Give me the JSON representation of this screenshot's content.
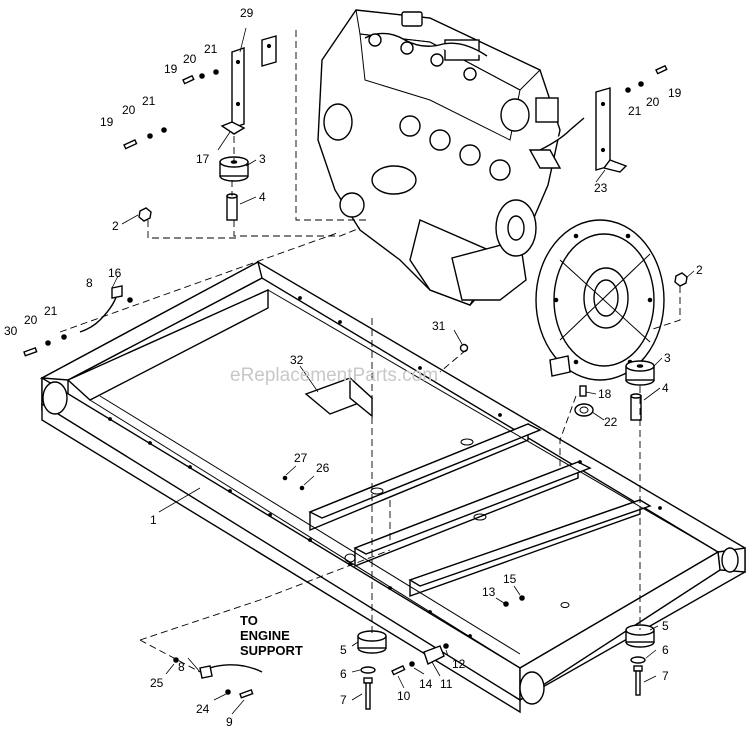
{
  "watermark": "eReplacementParts.com",
  "note": {
    "line1": "TO",
    "line2": "ENGINE",
    "line3": "SUPPORT"
  },
  "callouts": {
    "c1": "1",
    "c2a": "2",
    "c2b": "2",
    "c3a": "3",
    "c3b": "3",
    "c4a": "4",
    "c4b": "4",
    "c5a": "5",
    "c5b": "5",
    "c6a": "6",
    "c6b": "6",
    "c7a": "7",
    "c7b": "7",
    "c8a": "8",
    "c8b": "8",
    "c9": "9",
    "c10": "10",
    "c11": "11",
    "c12": "12",
    "c13": "13",
    "c14": "14",
    "c15": "15",
    "c16": "16",
    "c17": "17",
    "c18": "18",
    "c19a": "19",
    "c19b": "19",
    "c19c": "19",
    "c20a": "20",
    "c20b": "20",
    "c20c": "20",
    "c20d": "20",
    "c21a": "21",
    "c21b": "21",
    "c21c": "21",
    "c21d": "21",
    "c22": "22",
    "c23": "23",
    "c24": "24",
    "c25": "25",
    "c26": "26",
    "c27": "27",
    "c29": "29",
    "c30": "30",
    "c31": "31",
    "c32": "32"
  }
}
